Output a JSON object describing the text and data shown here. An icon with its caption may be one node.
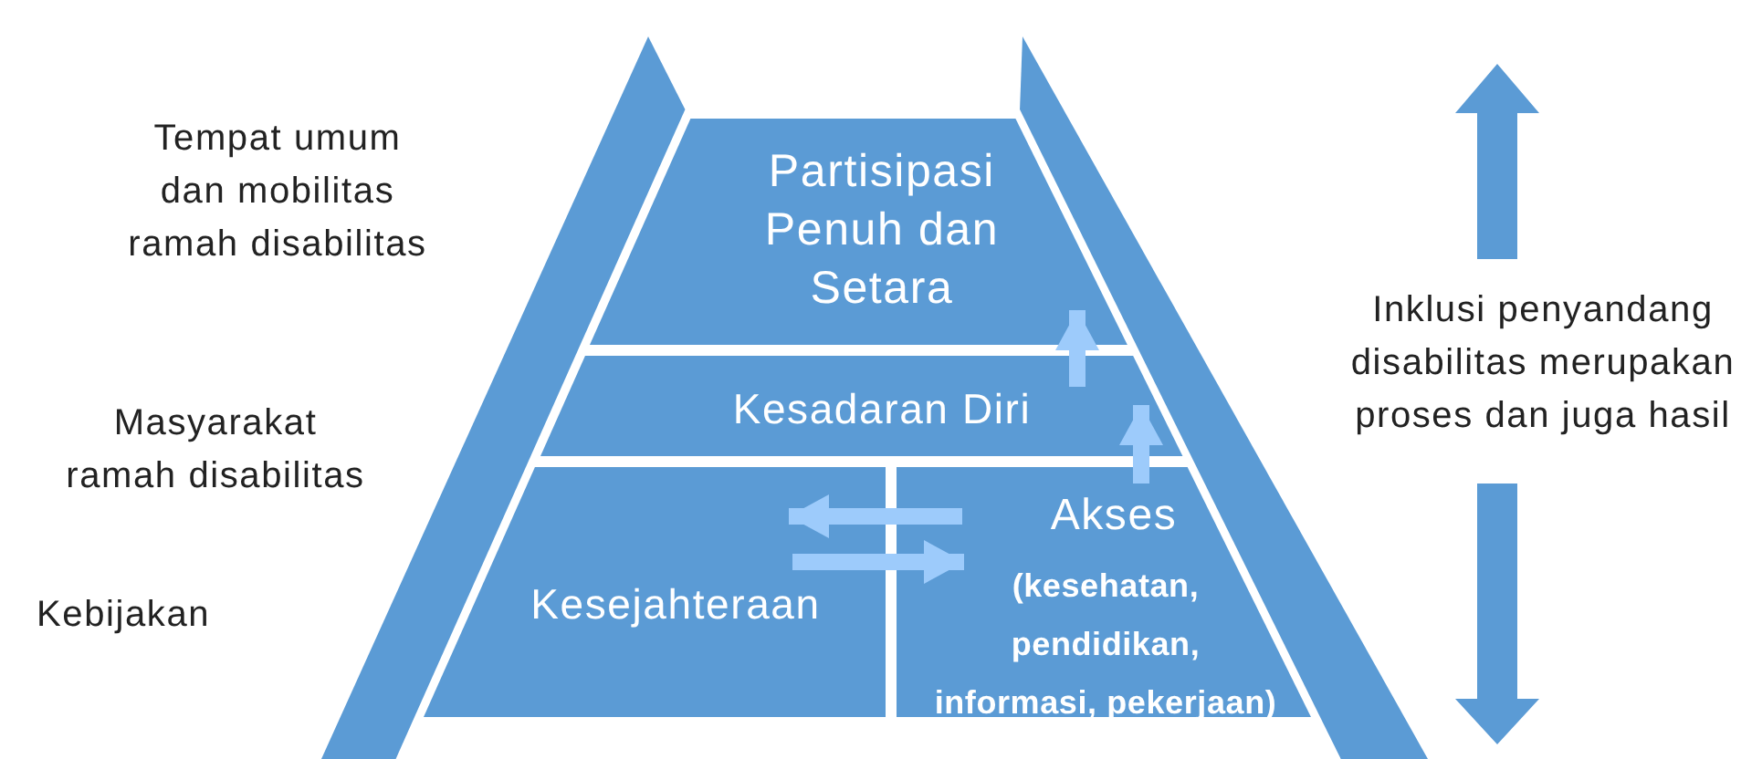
{
  "diagram": {
    "nodes": [
      {
        "text": [
          "Partisipasi Penuh dan Setara"
        ]
      },
      {
        "text": [
          "Kesadaran Diri"
        ]
      },
      {
        "text": [
          "Kesejahteraan"
        ]
      },
      {
        "text": [
          "Akses",
          "(kesehatan, pendidikan, informasi, pekerjaan)"
        ]
      }
    ],
    "edges": [
      {
        "from": 1,
        "to": 0,
        "arrow": "to"
      },
      {
        "from": 3,
        "to": 1,
        "arrow": "to"
      },
      {
        "from": 3,
        "to": 2,
        "arrow": "to"
      },
      {
        "from": 2,
        "to": 3,
        "arrow": "to"
      }
    ],
    "labels": [
      "Tempat umum dan mobilitas ramah disabilitas",
      "Masyarakat ramah disabilitas",
      "Kebijakan",
      "Inklusi penyandang disabilitas merupakan proses dan juga hasil"
    ]
  }
}
